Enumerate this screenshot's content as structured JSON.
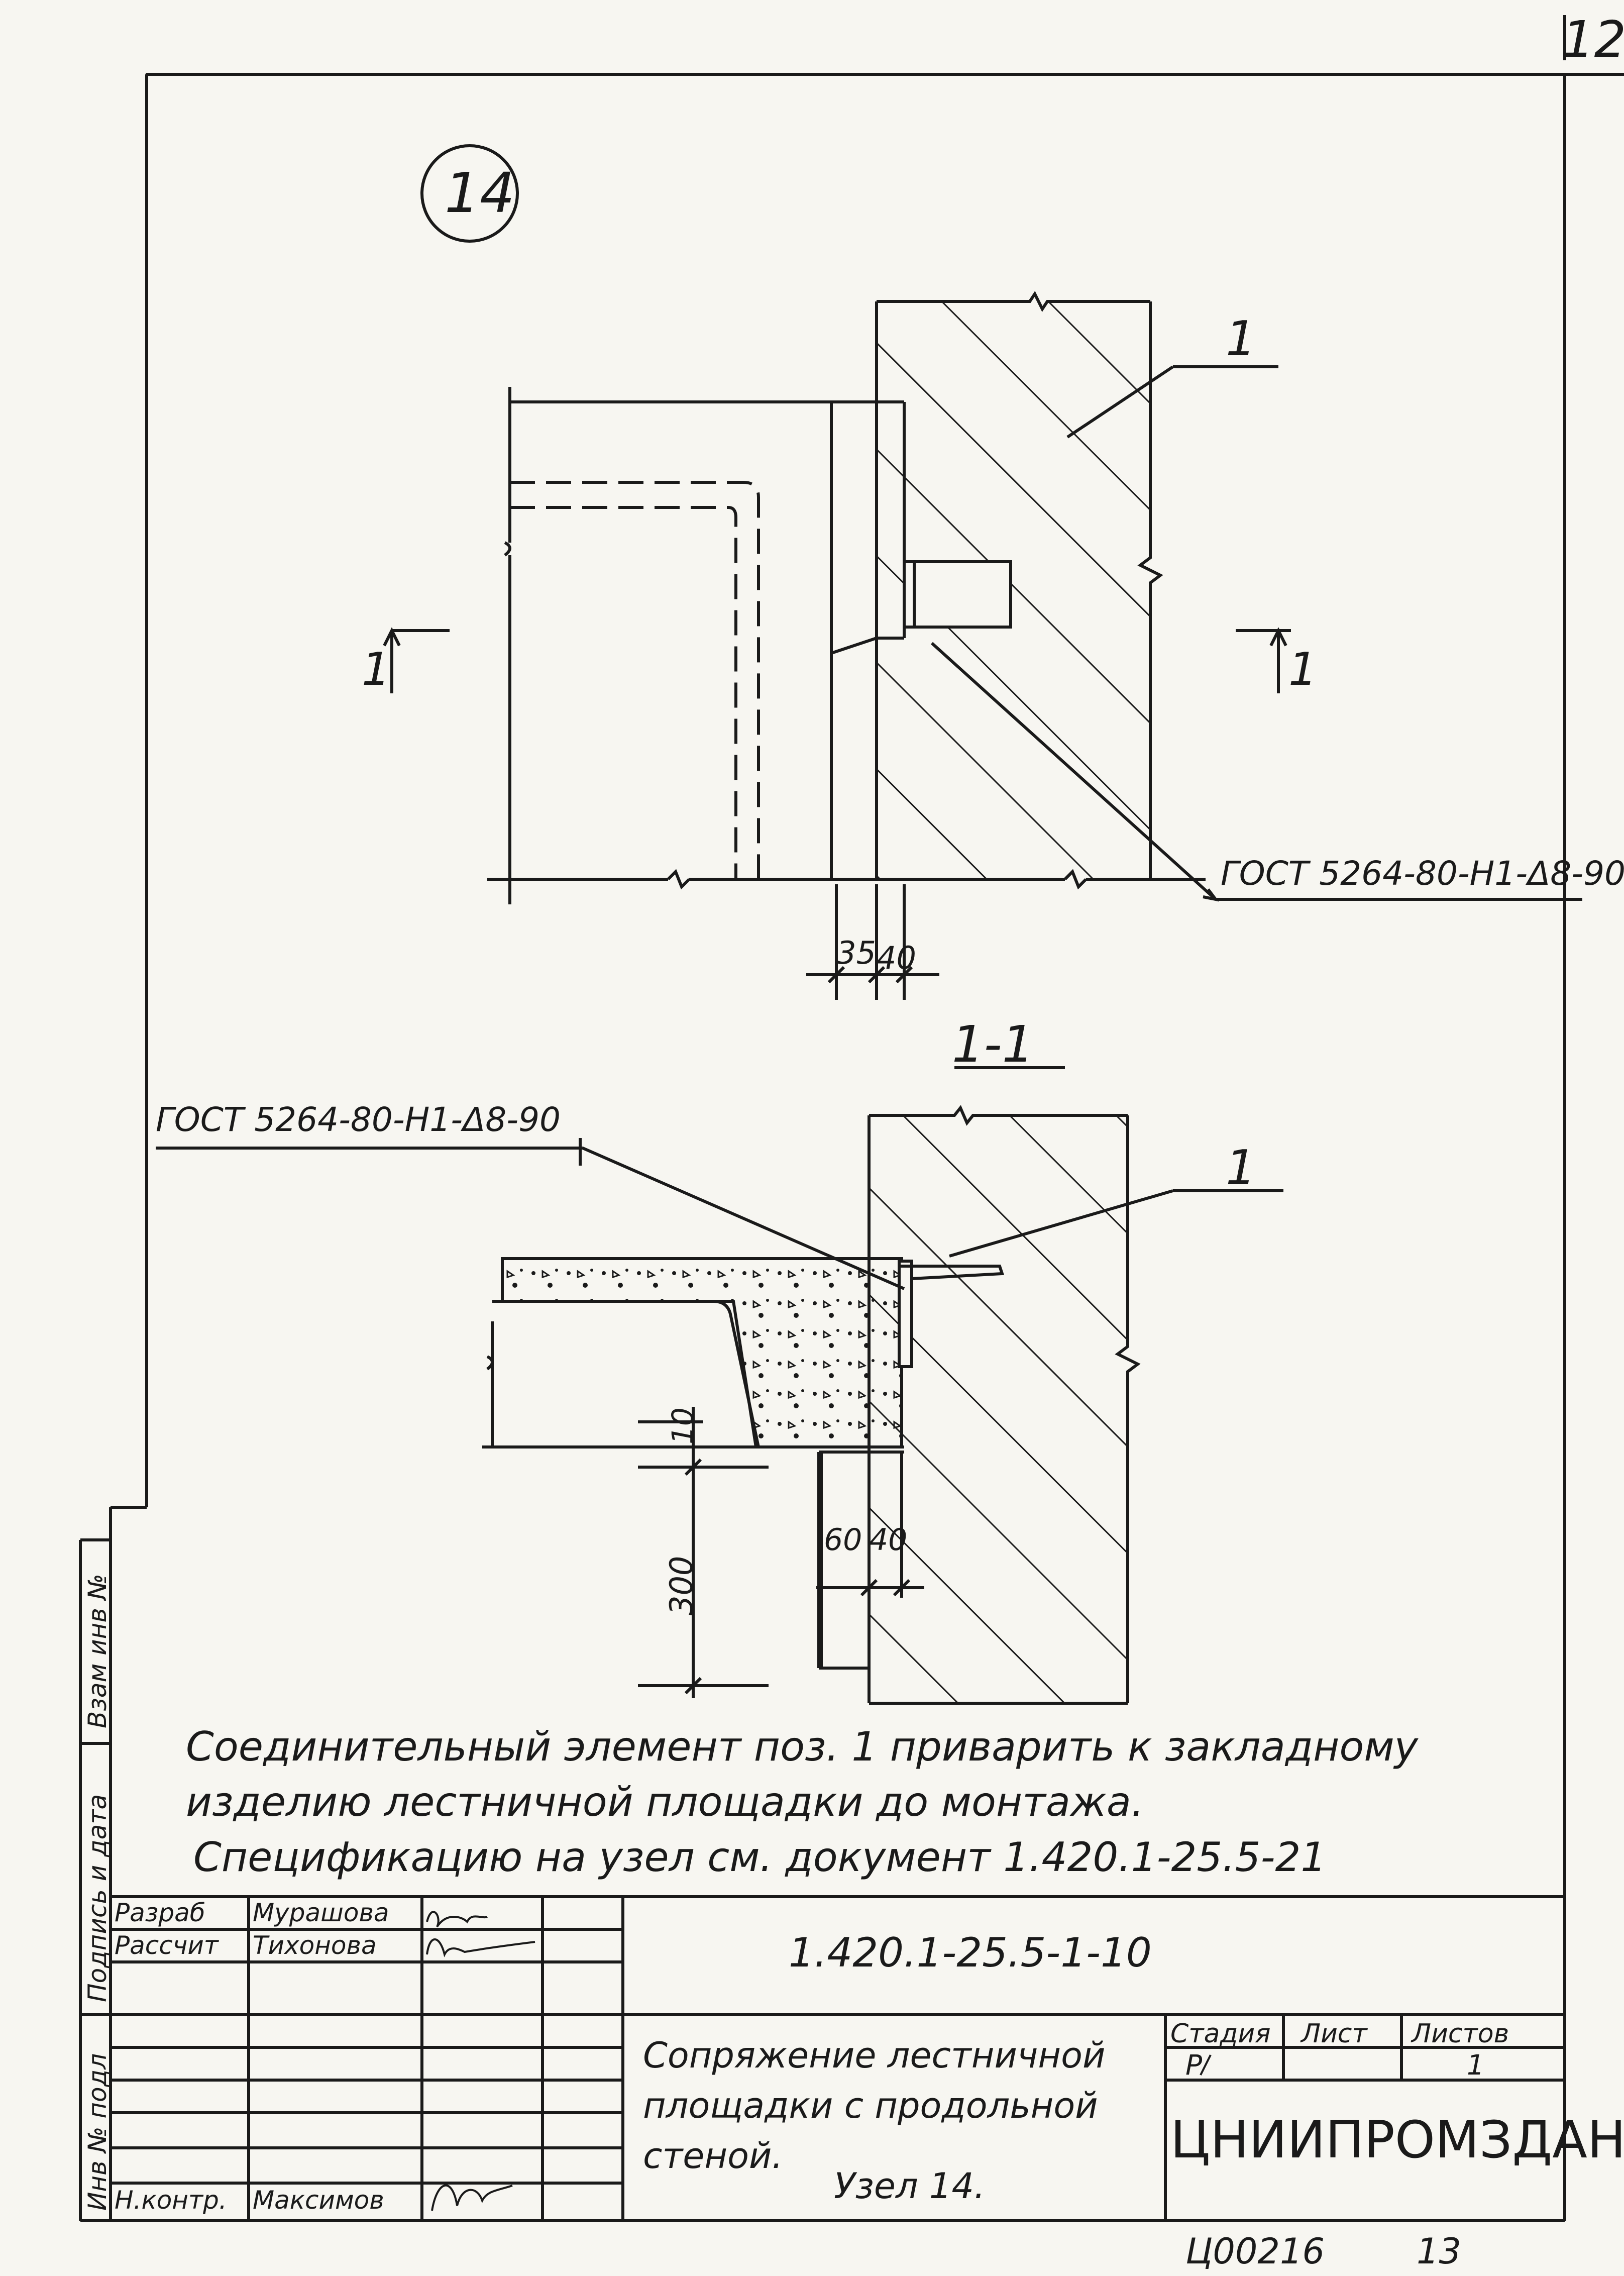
{
  "sheet_number_top": "12",
  "node_marker": "14",
  "section_label": "1-1",
  "section_marks": [
    "1",
    "1"
  ],
  "callouts": {
    "pos_top": "1",
    "pos_section": "1",
    "gost_top": "ГОСТ 5264-80-Н1-Δ8-90",
    "gost_section": "ГОСТ 5264-80-Н1-Δ8-90"
  },
  "dimensions": {
    "top_a": "35",
    "top_b": "40",
    "sec_gap": "10",
    "sec_height": "300",
    "sec_a": "60",
    "sec_b": "40"
  },
  "notes": [
    "Соединительный элемент поз. 1 приварить к закладному",
    "изделию лестничной площадки до монтажа.",
    "Спецификацию на узел см. документ 1.420.1-25.5-21"
  ],
  "side_stamp": {
    "cells": [
      "Взам инв №",
      "Подпись и дата",
      "Инв № подл"
    ]
  },
  "title_block": {
    "rows": [
      {
        "role": "Разраб",
        "name": "Мурашова"
      },
      {
        "role": "Рассчит",
        "name": "Тихонова"
      },
      {
        "role": "",
        "name": ""
      },
      {
        "role": "",
        "name": ""
      },
      {
        "role": "",
        "name": ""
      },
      {
        "role": "",
        "name": ""
      },
      {
        "role": "Н.контр.",
        "name": "Максимов"
      }
    ],
    "designation": "1.420.1-25.5-1-10",
    "title_lines": [
      "Сопряжение лестничной",
      "площадки с продольной",
      "стеной."
    ],
    "node_label": "Узел 14.",
    "stage_header": "Стадия",
    "sheet_header": "Лист",
    "sheets_header": "Листов",
    "stage_value": "Р",
    "sheet_value": "",
    "sheets_value": "1",
    "organization": "ЦНИИПРОМЗДАНИЙ"
  },
  "footer": {
    "archive_code": "Ц00216",
    "page": "13"
  }
}
